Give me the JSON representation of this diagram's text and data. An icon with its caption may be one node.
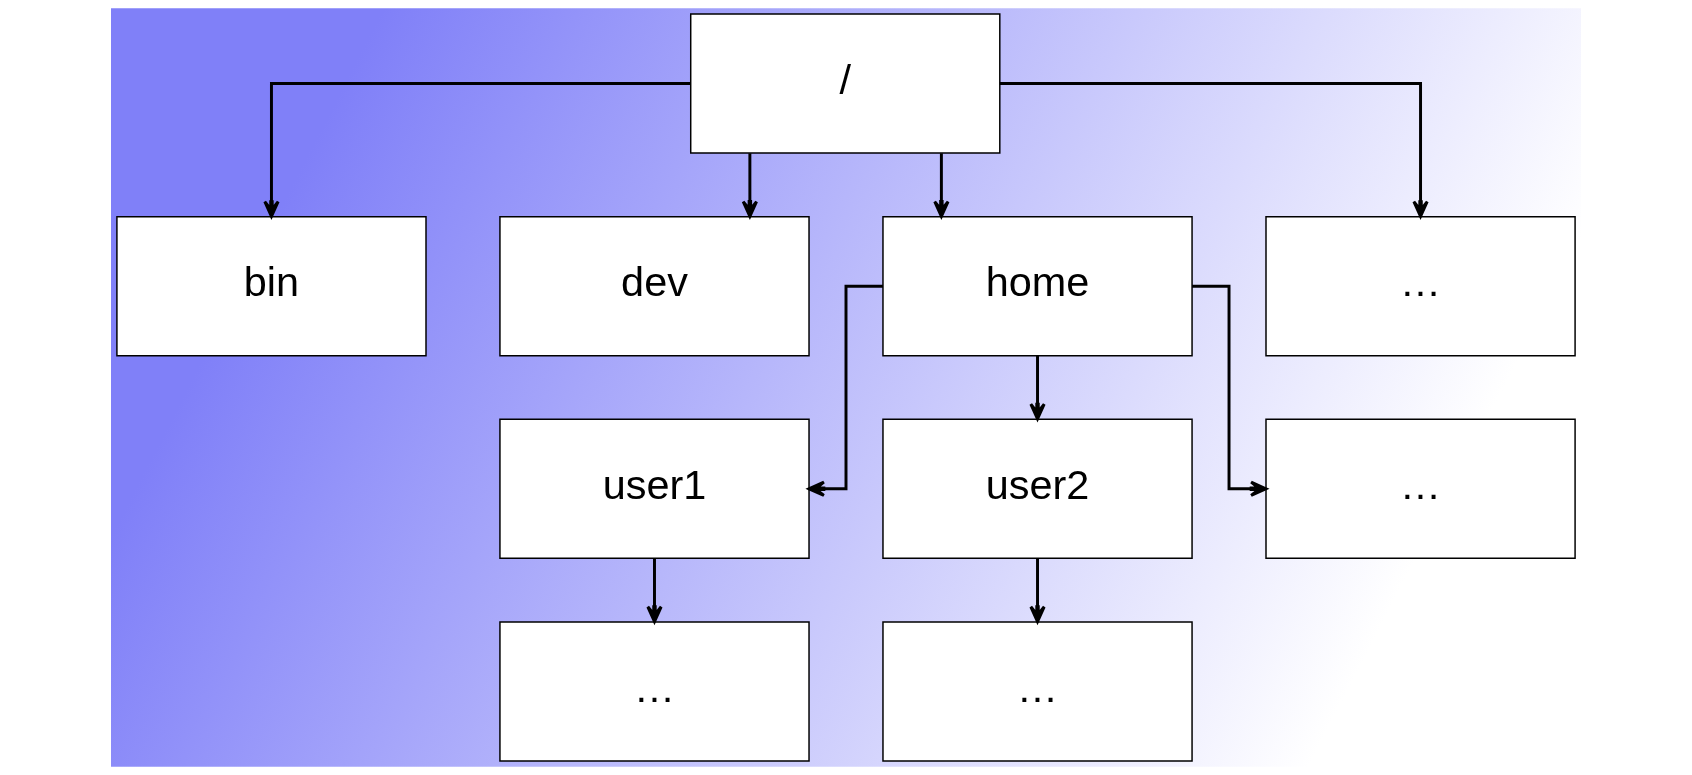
{
  "diagram": {
    "nodes": [
      {
        "text": [
          "/"
        ]
      },
      {
        "text": [
          "bin"
        ]
      },
      {
        "text": [
          "dev"
        ]
      },
      {
        "text": [
          "home"
        ]
      },
      {
        "text": [
          "…"
        ]
      },
      {
        "text": [
          "user1"
        ]
      },
      {
        "text": [
          "user2"
        ]
      },
      {
        "text": [
          "…"
        ]
      },
      {
        "text": [
          "…"
        ]
      },
      {
        "text": [
          "…"
        ]
      }
    ],
    "edges": [
      {
        "from": 0,
        "to": 1,
        "arrow": "to"
      },
      {
        "from": 0,
        "to": 2,
        "arrow": "to"
      },
      {
        "from": 0,
        "to": 3,
        "arrow": "to"
      },
      {
        "from": 0,
        "to": 4,
        "arrow": "to"
      },
      {
        "from": 3,
        "to": 5,
        "arrow": "to"
      },
      {
        "from": 3,
        "to": 6,
        "arrow": "to"
      },
      {
        "from": 3,
        "to": 7,
        "arrow": "to"
      },
      {
        "from": 5,
        "to": 8,
        "arrow": "to"
      },
      {
        "from": 6,
        "to": 9,
        "arrow": "to"
      }
    ]
  }
}
